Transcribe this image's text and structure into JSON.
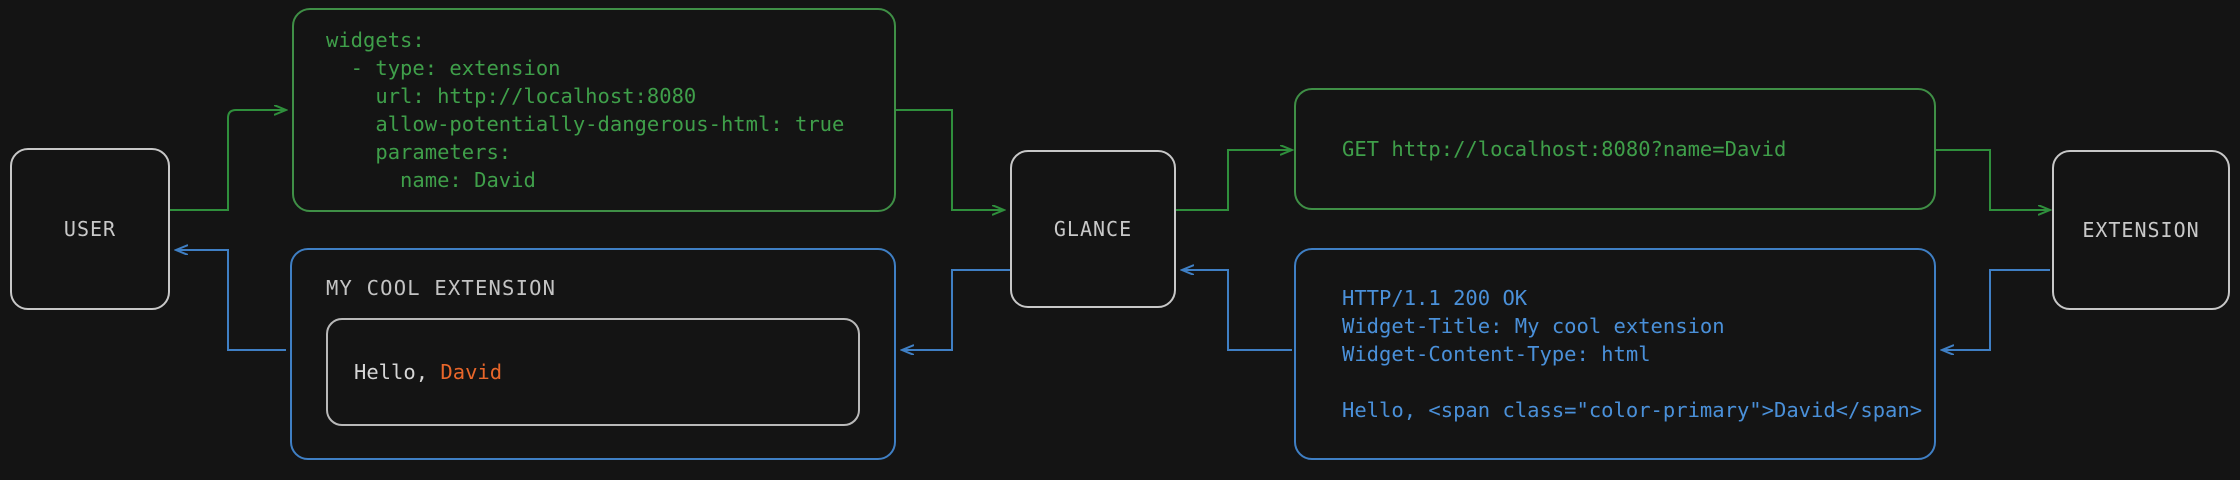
{
  "theme": {
    "background": "#141414",
    "node_border": "#c8c8c8",
    "node_text": "#c9c9c9",
    "request_color": "#3f9f4a",
    "response_color": "#4a90d9",
    "accent_color": "#e8662a",
    "widget_inner_border": "#b9b9b9"
  },
  "nodes": {
    "user": {
      "label": "USER"
    },
    "glance": {
      "label": "GLANCE"
    },
    "extension": {
      "label": "EXTENSION"
    }
  },
  "boxes": {
    "config": {
      "kind": "request",
      "text": "widgets:\n  - type: extension\n    url: http://localhost:8080\n    allow-potentially-dangerous-html: true\n    parameters:\n      name: David"
    },
    "http_request": {
      "kind": "request",
      "text": "GET http://localhost:8080?name=David"
    },
    "http_response": {
      "kind": "response",
      "text": "HTTP/1.1 200 OK\nWidget-Title: My cool extension\nWidget-Content-Type: html\n\nHello, <span class=\"color-primary\">David</span>"
    },
    "widget_preview": {
      "kind": "response",
      "title": "MY COOL EXTENSION",
      "body_prefix": "Hello, ",
      "body_accent": "David"
    }
  },
  "edges": [
    {
      "name": "user-to-config",
      "kind": "request",
      "direction": "forward"
    },
    {
      "name": "config-to-glance",
      "kind": "request",
      "direction": "forward"
    },
    {
      "name": "glance-to-http-request",
      "kind": "request",
      "direction": "forward"
    },
    {
      "name": "http-request-to-extension",
      "kind": "request",
      "direction": "forward"
    },
    {
      "name": "extension-to-http-response",
      "kind": "response",
      "direction": "backward"
    },
    {
      "name": "http-response-to-glance",
      "kind": "response",
      "direction": "backward"
    },
    {
      "name": "glance-to-widget-preview",
      "kind": "response",
      "direction": "backward"
    },
    {
      "name": "widget-preview-to-user",
      "kind": "response",
      "direction": "backward"
    }
  ]
}
